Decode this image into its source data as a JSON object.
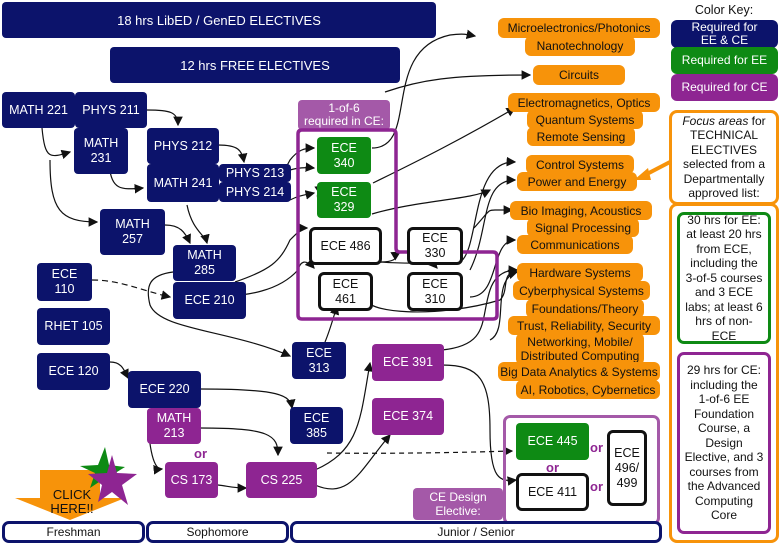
{
  "electives": {
    "libed": "18 hrs LibED / GenED ELECTIVES",
    "free": "12 hrs FREE ELECTIVES"
  },
  "courses": {
    "math221": "MATH 221",
    "phys211": "PHYS 211",
    "math231": "MATH\n231",
    "phys212": "PHYS 212",
    "math241": "MATH 241",
    "phys213": "PHYS 213",
    "phys214": "PHYS 214",
    "math257": "MATH\n257",
    "math285": "MATH\n285",
    "ece110": "ECE\n110",
    "ece210": "ECE 210",
    "rhet105": "RHET 105",
    "ece120": "ECE 120",
    "ece220": "ECE 220",
    "math213": "MATH\n213",
    "cs173": "CS 173",
    "cs225": "CS 225",
    "ece313": "ECE\n313",
    "ece385": "ECE\n385",
    "ece391": "ECE 391",
    "ece374": "ECE 374",
    "ece340": "ECE\n340",
    "ece329": "ECE\n329",
    "ece486": "ECE 486",
    "ece330": "ECE\n330",
    "ece461": "ECE\n461",
    "ece310": "ECE\n310",
    "ece445": "ECE 445",
    "ece411": "ECE 411",
    "ece496": "ECE\n496/\n499"
  },
  "labels": {
    "one_of_six": "1-of-6\nrequired in CE:",
    "ce_design": "CE Design\nElective:",
    "or": "or",
    "click_here": "CLICK\nHERE!!"
  },
  "focus_areas": [
    "Microelectronics/Photonics",
    "Nanotechnology",
    "Circuits",
    "Electromagnetics, Optics",
    "Quantum Systems",
    "Remote Sensing",
    "Control Systems",
    "Power and Energy",
    "Bio Imaging, Acoustics",
    "Signal Processing",
    "Communications",
    "Hardware Systems",
    "Cyberphysical Systems",
    "Foundations/Theory",
    "Trust, Reliability, Security",
    "Networking, Mobile/\nDistributed Computing",
    "Big Data Analytics & Systems",
    "AI, Robotics, Cybernetics"
  ],
  "color_key": {
    "title": "Color Key:",
    "both": "Required for\nEE & CE",
    "ee": "Required for EE",
    "ce": "Required for CE",
    "colors": {
      "both": "#0c136b",
      "ee": "#0e8a14",
      "ce": "#8e2592",
      "focus": "#f7930a"
    }
  },
  "sidebar": {
    "focus_intro_italic": "Focus areas",
    "focus_intro_rest": " for\nTECHNICAL\nELECTIVES\nselected from a\nDepartmentally\napproved list:",
    "ee_hours": "30 hrs for EE:\nat least 20 hrs\nfrom ECE,\nincluding the\n3-of-5 courses\nand 3 ECE\nlabs; at least 6\nhrs of non-\nECE",
    "ce_hours": "29 hrs for CE:\nincluding the\n1-of-6 EE\nFoundation\nCourse, a\nDesign\nElective, and 3\ncourses from\nthe Advanced\nComputing\nCore"
  },
  "years": [
    "Freshman",
    "Sophomore",
    "Junior / Senior"
  ]
}
